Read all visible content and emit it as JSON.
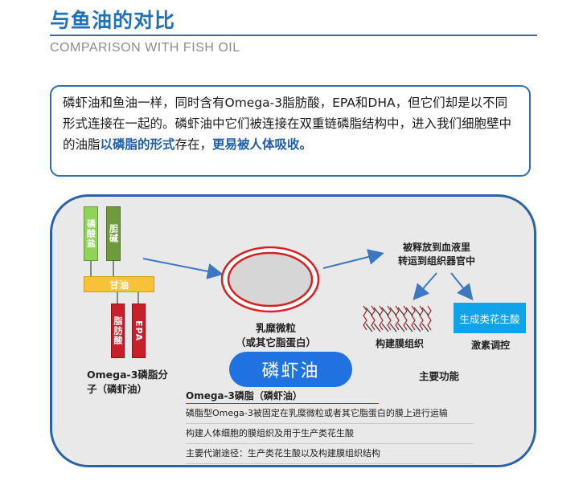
{
  "header": {
    "title": "与鱼油的对比",
    "subtitle": "COMPARISON WITH FISH OIL"
  },
  "intro": {
    "text_1": "磷虾油和鱼油一样，同时含有Omega-3脂肪酸，EPA和DHA，但它们却是以不同形式连接在一起的。磷虾油中它们被连接在双重链磷脂结构中，进入我们细胞壁中的油脂",
    "highlight_1": "以磷脂的形式",
    "text_2": "存在，",
    "highlight_2": "更易被人体吸收。"
  },
  "diagram": {
    "molecule": {
      "phosphate": "磷酸盐",
      "choline": "胆碱",
      "glycerol": "甘油",
      "fatty_acid": "脂肪酸",
      "epa": "EPA",
      "caption_line1": "Omega-3磷脂分",
      "caption_line2": "子（磷虾油）"
    },
    "micelle": {
      "label_line1": "乳糜微粒",
      "label_line2": "（或其它脂蛋白）"
    },
    "product_name": "磷虾油",
    "release_text_line1": "被释放到血液里",
    "release_text_line2": "转运到组织器官中",
    "membrane_label": "构建膜组织",
    "prostaglandin_box": "生成类花生酸",
    "hormone_label": "激素调控",
    "main_function": "主要功能",
    "table": {
      "heading": "Omega-3磷脂（磷虾油）",
      "rows": [
        "磷脂型Omega-3被固定在乳糜微粒或者其它脂蛋白的膜上进行运输",
        "构建人体细胞的膜组织及用于生产类花生酸",
        "主要代谢途径：生产类花生酸以及构建膜组织结构"
      ]
    }
  },
  "colors": {
    "accent_blue": "#1f72b8",
    "panel_border": "#2a63a8",
    "light_green": "#8fd35a",
    "dark_green": "#6f9a3e",
    "glycerol_orange": "#f7c23a",
    "fatty_acid_red": "#c8202a",
    "pill_blue": "#1f72e0",
    "cyan": "#11a3e8"
  },
  "icons": [
    "lipid-bilayer-icon",
    "lipoprotein-ring-icon",
    "arrow-icon"
  ]
}
